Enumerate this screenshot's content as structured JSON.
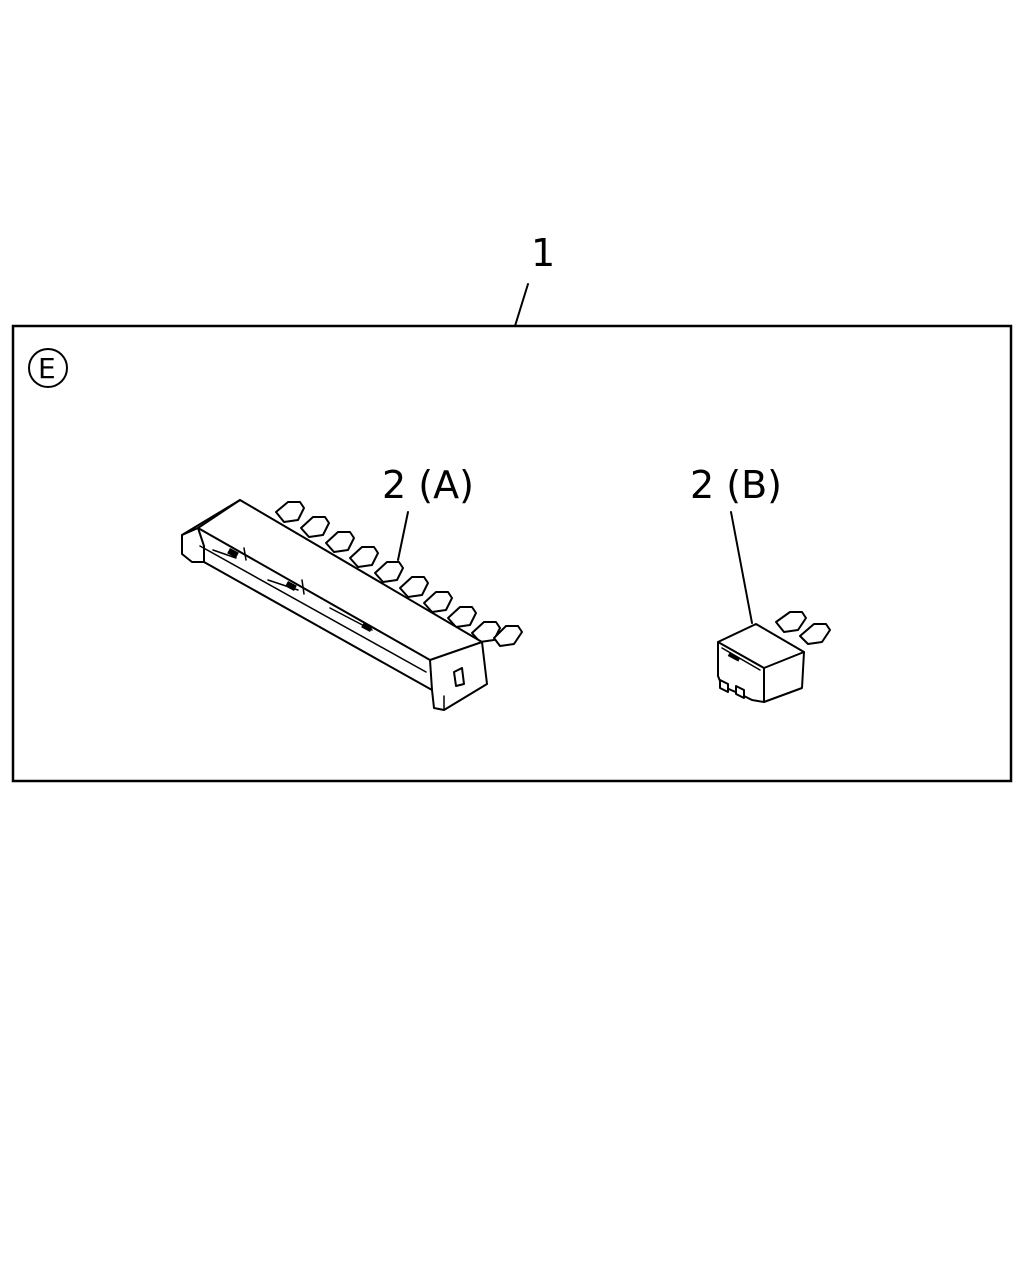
{
  "callouts": {
    "assembly": "1",
    "part_a": "2 (A)",
    "part_b": "2 (B)",
    "view_marker": "E"
  },
  "icons": {
    "view_marker": "circled-letter-icon",
    "part_a": "multi-fuse-block-icon",
    "part_b": "mini-fuse-icon"
  }
}
